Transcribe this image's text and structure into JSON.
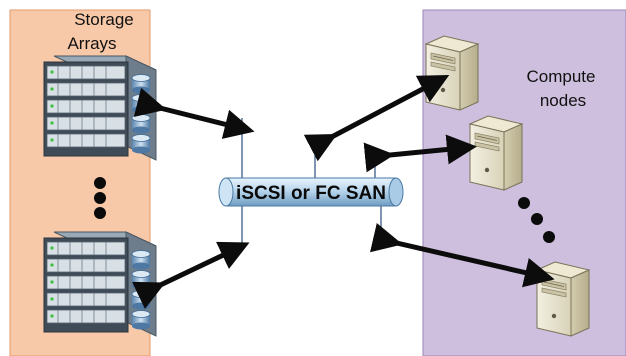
{
  "storage_panel": {
    "label_line1": "Storage",
    "label_line2": "Arrays",
    "color": "#f8c9a8"
  },
  "compute_panel": {
    "label_line1": "Compute",
    "label_line2": "nodes",
    "color": "#cdbfdd"
  },
  "san": {
    "label": "iSCSI or FC SAN",
    "color": "#b9d6ec"
  },
  "icons": [
    "storage-array-icon",
    "server-tower-icon"
  ]
}
